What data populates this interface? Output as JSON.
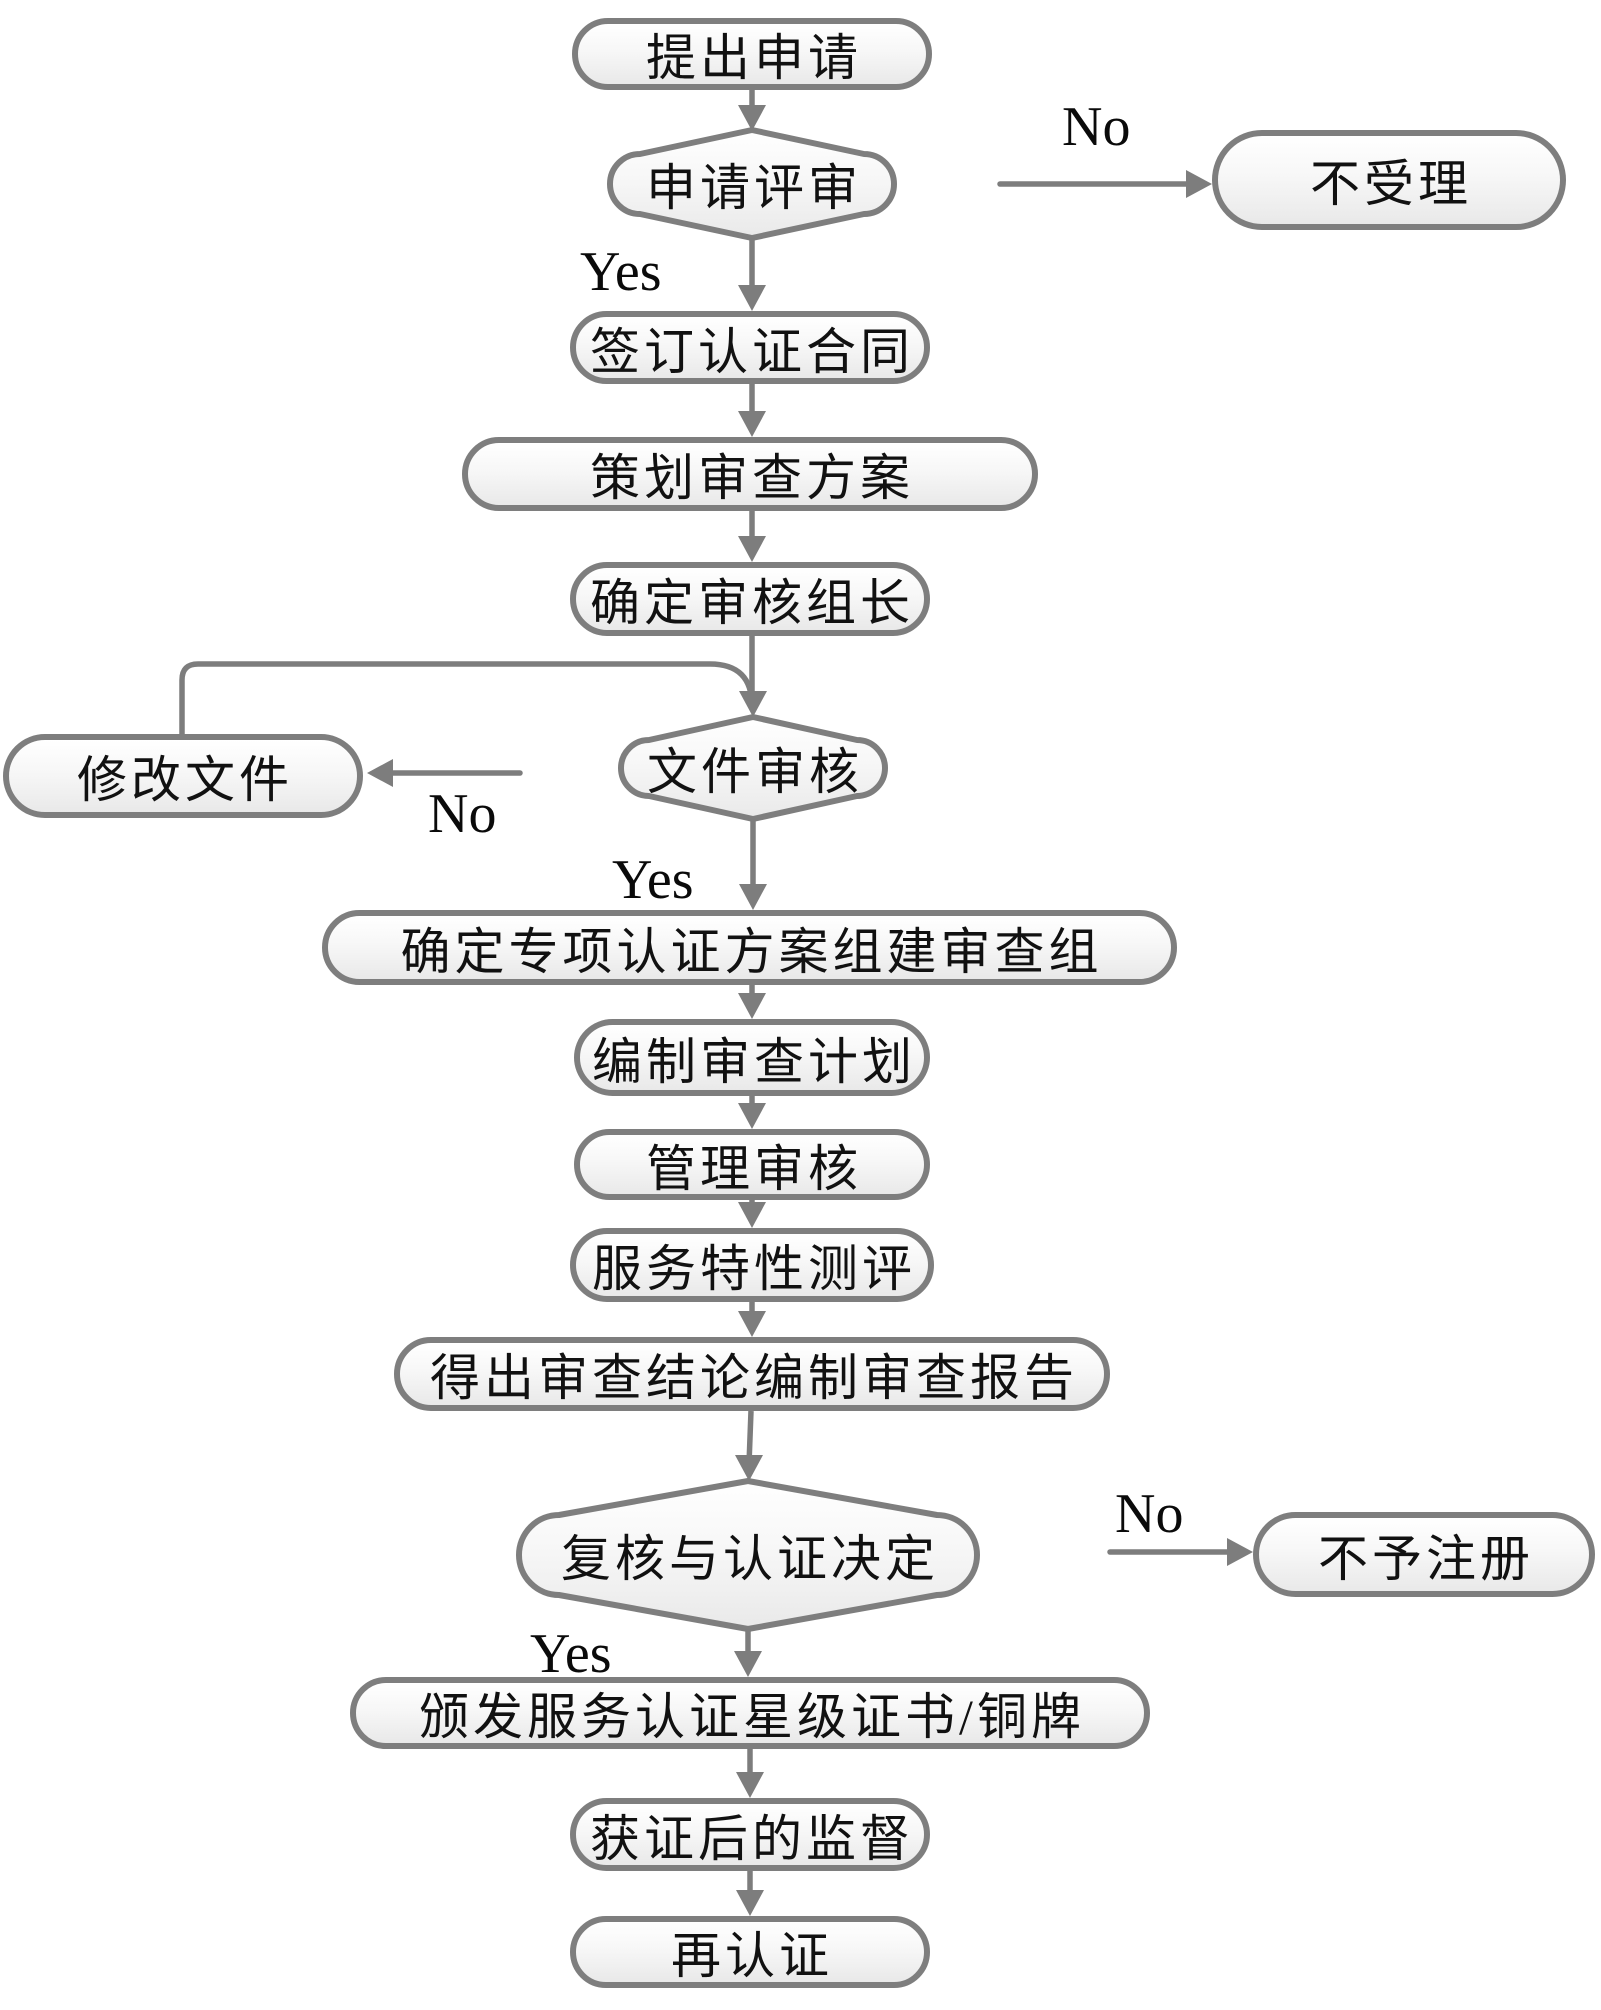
{
  "nodes": {
    "submit": {
      "label": "提出申请"
    },
    "review_application": {
      "label": "申请评审"
    },
    "not_accepted": {
      "label": "不受理"
    },
    "sign_contract": {
      "label": "签订认证合同"
    },
    "plan_review": {
      "label": "策划审查方案"
    },
    "team_leader": {
      "label": "确定审核组长"
    },
    "modify_documents": {
      "label": "修改文件"
    },
    "document_review": {
      "label": "文件审核"
    },
    "special_plan_team": {
      "label": "确定专项认证方案组建审查组"
    },
    "review_plan": {
      "label": "编制审查计划"
    },
    "management_audit": {
      "label": "管理审核"
    },
    "service_evaluation": {
      "label": "服务特性测评"
    },
    "review_report": {
      "label": "得出审查结论编制审查报告"
    },
    "certification_decision": {
      "label": "复核与认证决定"
    },
    "no_registration": {
      "label": "不予注册"
    },
    "issue_certificate": {
      "label": "颁发服务认证星级证书/铜牌"
    },
    "post_supervision": {
      "label": "获证后的监督"
    },
    "recertification": {
      "label": "再认证"
    }
  },
  "edge_labels": {
    "yes_application": "Yes",
    "no_application": "No",
    "no_document": "No",
    "yes_document": "Yes",
    "no_decision": "No",
    "yes_decision": "Yes"
  },
  "colors": {
    "shape_border": "#7e7e7e",
    "connector": "#7d7d7d",
    "fill_top": "#ffffff",
    "fill_bottom": "#e9e9e9",
    "text": "#111111"
  }
}
